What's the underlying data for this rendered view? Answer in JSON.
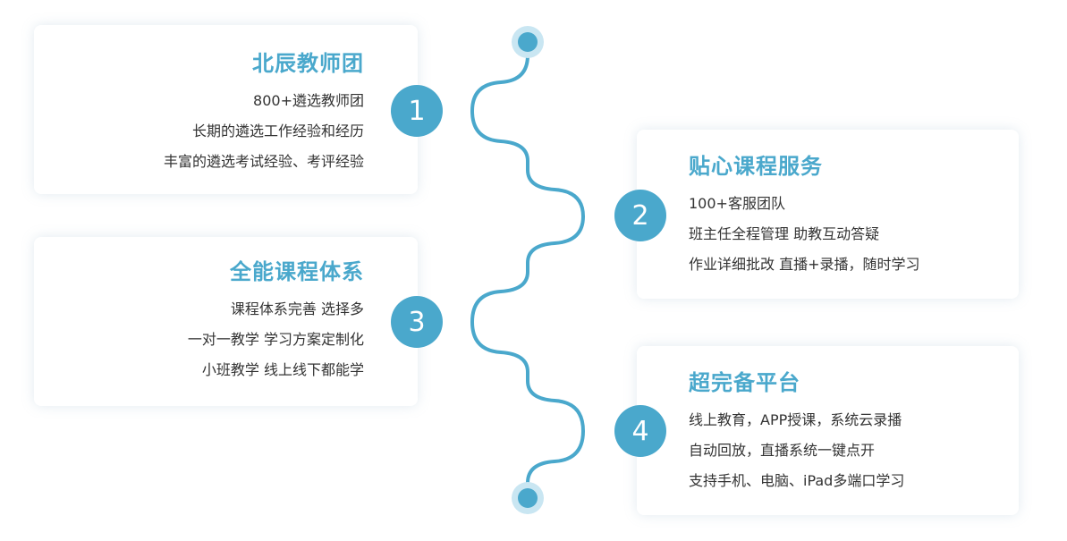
{
  "colors": {
    "accent": "#4aa8cc",
    "text": "#333333",
    "card_bg": "#ffffff"
  },
  "features": [
    {
      "number": "1",
      "title": "北辰教师团",
      "lines": [
        "800+遴选教师团",
        "长期的遴选工作经验和经历",
        "丰富的遴选考试经验、考评经验"
      ]
    },
    {
      "number": "2",
      "title": "贴心课程服务",
      "lines": [
        "100+客服团队",
        "班主任全程管理  助教互动答疑",
        "作业详细批改  直播+录播，随时学习"
      ]
    },
    {
      "number": "3",
      "title": "全能课程体系",
      "lines": [
        "课程体系完善 选择多",
        "一对一教学 学习方案定制化",
        "小班教学 线上线下都能学"
      ]
    },
    {
      "number": "4",
      "title": "超完备平台",
      "lines": [
        "线上教育，APP授课，系统云录播",
        "自动回放，直播系统一键点开",
        "支持手机、电脑、iPad多端口学习"
      ]
    }
  ]
}
